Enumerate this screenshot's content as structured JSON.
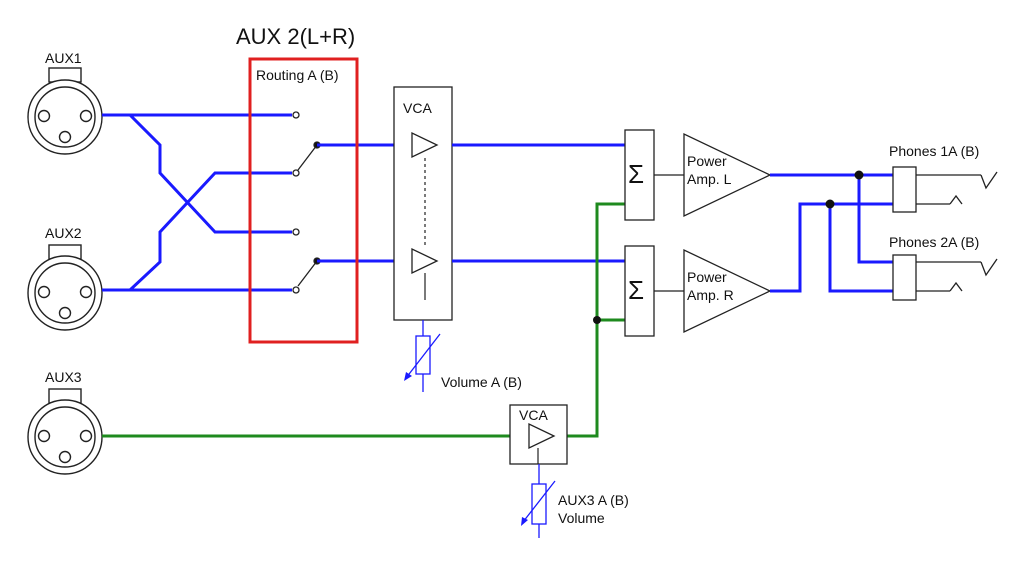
{
  "title": "AUX 2(L+R)",
  "inputs": [
    {
      "label": "AUX1"
    },
    {
      "label": "AUX2"
    },
    {
      "label": "AUX3"
    }
  ],
  "routing": {
    "label": "Routing A (B)"
  },
  "vca_main": {
    "label": "VCA"
  },
  "vca_aux3": {
    "label": "VCA"
  },
  "sum_symbol": "Σ",
  "amp_left": {
    "line1": "Power",
    "line2": "Amp. L"
  },
  "amp_right": {
    "line1": "Power",
    "line2": "Amp. R"
  },
  "volume_a": {
    "label": "Volume A (B)"
  },
  "aux3_volume": {
    "line1": "AUX3 A (B)",
    "line2": "Volume"
  },
  "phones": [
    {
      "label": "Phones 1A (B)"
    },
    {
      "label": "Phones 2A (B)"
    }
  ],
  "colors": {
    "stereo_wire": "#1a1aff",
    "aux3_wire": "#1e8a1e",
    "routing_highlight": "#e02020",
    "outline": "#222222"
  }
}
